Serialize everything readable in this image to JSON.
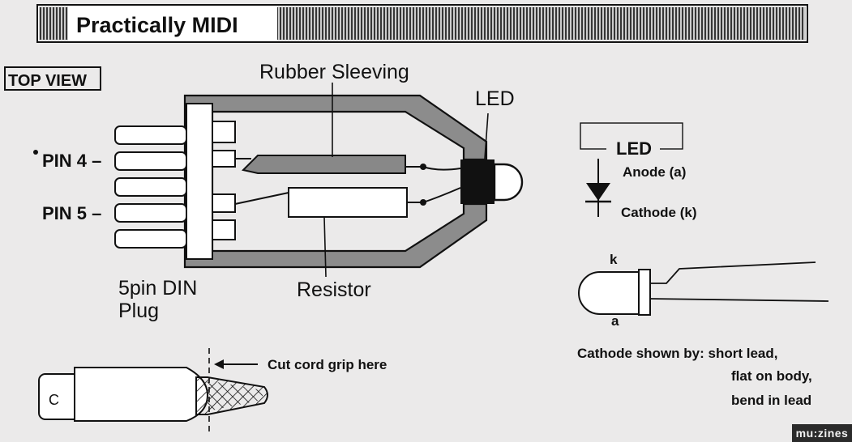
{
  "header": {
    "title": "Practically MIDI"
  },
  "labels": {
    "top_view": "TOP VIEW",
    "rubber_sleeving": "Rubber Sleeving",
    "led_top": "LED",
    "pin4": "PIN 4 –",
    "pin5": "PIN 5 –",
    "din_line1": "5pin DIN",
    "din_line2": "Plug",
    "resistor": "Resistor",
    "cut_cord": "Cut cord grip here",
    "plug_letter": "C"
  },
  "symbol": {
    "led": "LED",
    "anode": "Anode (a)",
    "cathode": "Cathode (k)"
  },
  "led_pic": {
    "k_label": "k",
    "a_label": "a"
  },
  "cathode_note": {
    "line1": "Cathode shown by: short lead,",
    "line2": "flat on body,",
    "line3": "bend in lead"
  },
  "watermark": "mu:zines"
}
